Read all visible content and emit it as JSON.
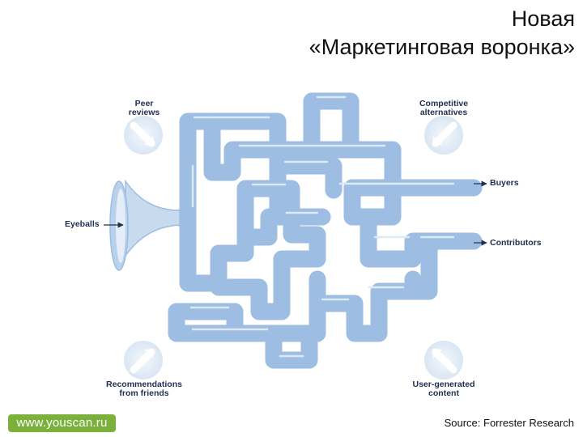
{
  "title": {
    "line1": "Новая",
    "line2": "«Маркетинговая воронка»"
  },
  "diagram": {
    "inputs": {
      "peer_reviews": "Peer\nreviews",
      "competitive_alternatives": "Competitive\nalternatives",
      "recommendations": "Recommendations\nfrom friends",
      "user_generated": "User-generated\ncontent"
    },
    "eyeballs": "Eyeballs",
    "outputs": {
      "buyers": "Buyers",
      "contributors": "Contributors"
    }
  },
  "footer": {
    "logo": "www.youscan.ru",
    "source": "Source: Forrester Research"
  }
}
